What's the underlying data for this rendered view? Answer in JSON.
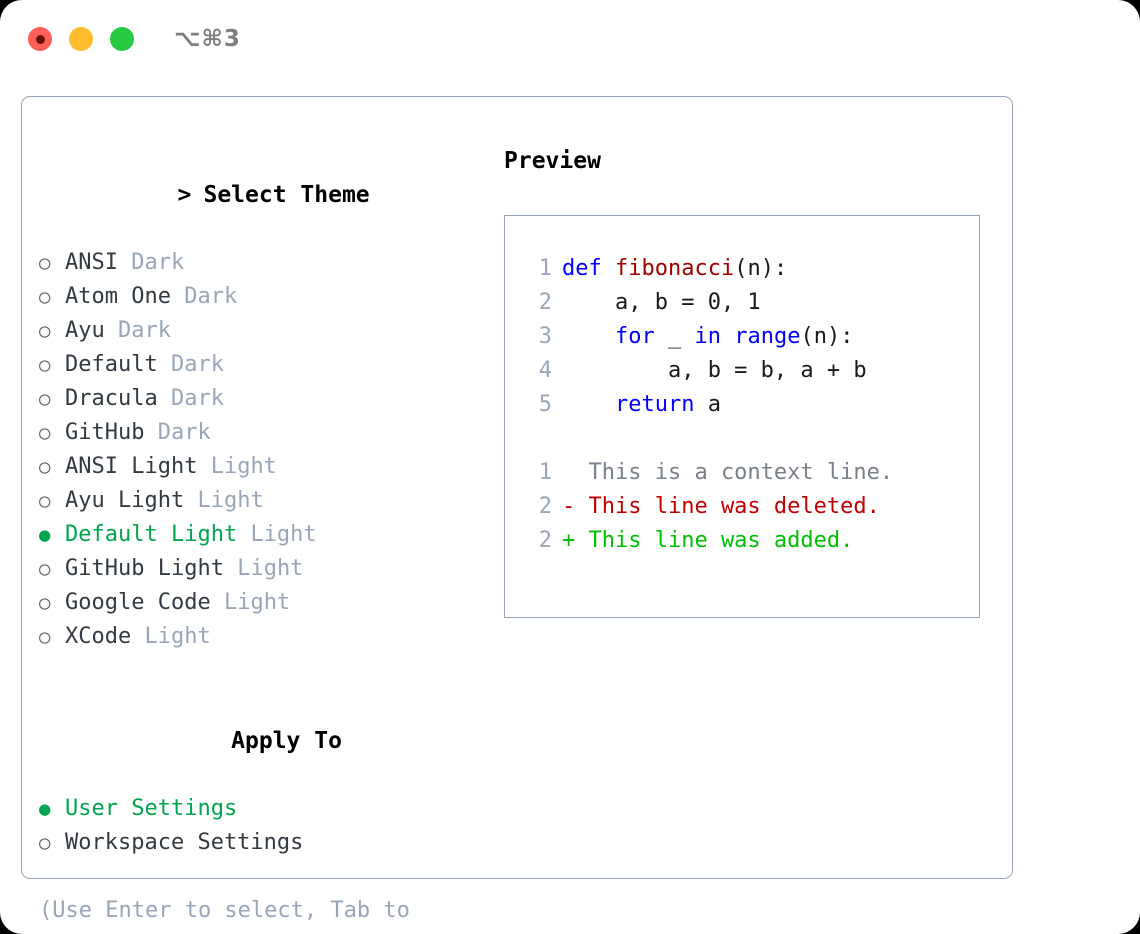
{
  "titlebar": {
    "lights": [
      "close",
      "minimize",
      "zoom"
    ],
    "shortcut": "⌥⌘3"
  },
  "theme_panel": {
    "header": "Select Theme",
    "caret": ">",
    "bullet_selected": "●",
    "bullet_unselected": "○",
    "items": [
      {
        "label": "ANSI",
        "badge": "Dark",
        "selected": false
      },
      {
        "label": "Atom One",
        "badge": "Dark",
        "selected": false
      },
      {
        "label": "Ayu",
        "badge": "Dark",
        "selected": false
      },
      {
        "label": "Default",
        "badge": "Dark",
        "selected": false
      },
      {
        "label": "Dracula",
        "badge": "Dark",
        "selected": false
      },
      {
        "label": "GitHub",
        "badge": "Dark",
        "selected": false
      },
      {
        "label": "ANSI Light",
        "badge": "Light",
        "selected": false
      },
      {
        "label": "Ayu Light",
        "badge": "Light",
        "selected": false
      },
      {
        "label": "Default Light",
        "badge": "Light",
        "selected": true
      },
      {
        "label": "GitHub Light",
        "badge": "Light",
        "selected": false
      },
      {
        "label": "Google Code",
        "badge": "Light",
        "selected": false
      },
      {
        "label": "XCode",
        "badge": "Light",
        "selected": false
      }
    ]
  },
  "apply_to": {
    "header": "Apply To",
    "items": [
      {
        "label": "User Settings",
        "selected": true
      },
      {
        "label": "Workspace Settings",
        "selected": false
      }
    ]
  },
  "hint": "(Use Enter to select, Tab to change focus)",
  "preview": {
    "title": "Preview",
    "code": [
      {
        "no": "1",
        "tokens": [
          {
            "t": "def ",
            "c": "kw"
          },
          {
            "t": "fibonacci",
            "c": "fn"
          },
          {
            "t": "(n):",
            "c": "plain"
          }
        ]
      },
      {
        "no": "2",
        "tokens": [
          {
            "t": "    a, b = 0, 1",
            "c": "plain"
          }
        ]
      },
      {
        "no": "3",
        "tokens": [
          {
            "t": "    ",
            "c": "plain"
          },
          {
            "t": "for",
            "c": "kw"
          },
          {
            "t": " _ ",
            "c": "plain"
          },
          {
            "t": "in",
            "c": "kw"
          },
          {
            "t": " ",
            "c": "plain"
          },
          {
            "t": "range",
            "c": "kw"
          },
          {
            "t": "(n):",
            "c": "plain"
          }
        ]
      },
      {
        "no": "4",
        "tokens": [
          {
            "t": "        a, b = b, a + b",
            "c": "plain"
          }
        ]
      },
      {
        "no": "5",
        "tokens": [
          {
            "t": "    ",
            "c": "plain"
          },
          {
            "t": "return",
            "c": "kw"
          },
          {
            "t": " a",
            "c": "plain"
          }
        ]
      }
    ],
    "diff": [
      {
        "no": "1",
        "text": "  This is a context line.",
        "kind": "diff-ctx"
      },
      {
        "no": "2",
        "text": "- This line was deleted.",
        "kind": "diff-del"
      },
      {
        "no": "2",
        "text": "+ This line was added.",
        "kind": "diff-add"
      }
    ]
  },
  "colors": {
    "accent_green": "#00a550",
    "muted": "#9aa6b8",
    "keyword": "#0000ff",
    "function": "#a00000",
    "diff_deleted": "#c00000",
    "diff_added": "#00bf00",
    "light_red": "#ff5f57",
    "light_amber": "#febc2e",
    "light_green": "#28c840"
  }
}
